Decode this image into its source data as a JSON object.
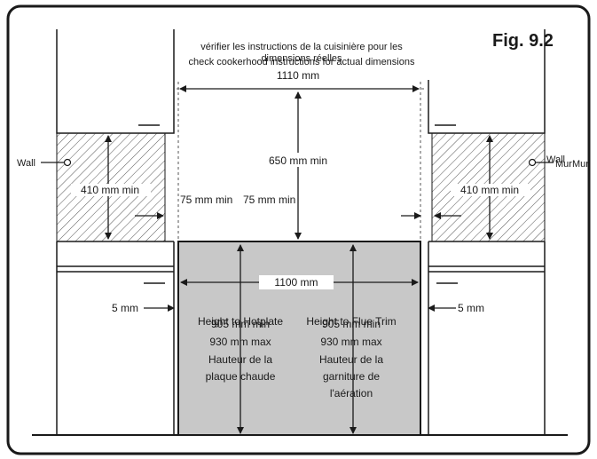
{
  "figure_label": "Fig. 9.2",
  "note": {
    "line1": "vérifier les instructions de la cuisinière pour les",
    "line2": "dimensions réelles",
    "line3": "check cookerhood instructions for actual dimensions"
  },
  "dimensions": {
    "hood_width": "1110 mm",
    "hood_clearance": "650 mm min",
    "side_cupboard_height_left": "410 mm min",
    "side_cupboard_height_right": "410 mm min",
    "side_gap_left": "75 mm min",
    "side_gap_right": "75 mm min",
    "cooker_width": "1100 mm",
    "worktop_gap_left": "5 mm",
    "worktop_gap_right": "5 mm"
  },
  "hotplate_height": {
    "title": "Height to Hotplate",
    "min": "905 mm min",
    "max": "930 mm max",
    "fr_line1": "Hauteur de la",
    "fr_line2": "plaque chaude"
  },
  "flue_height": {
    "title": "Height to Flue Trim",
    "min": "905 mm min",
    "max": "930 mm max",
    "fr_line1": "Hauteur de la",
    "fr_line2": "garniture de",
    "fr_line3": "l'aération"
  },
  "wall": {
    "left": "Wall",
    "right": "Wall",
    "right_fr": "MurMur"
  },
  "colors": {
    "cooker_fill": "#c8c8c8",
    "line": "#1a1a1a",
    "hatch": "#555555",
    "frame": "#1a1a1a"
  }
}
